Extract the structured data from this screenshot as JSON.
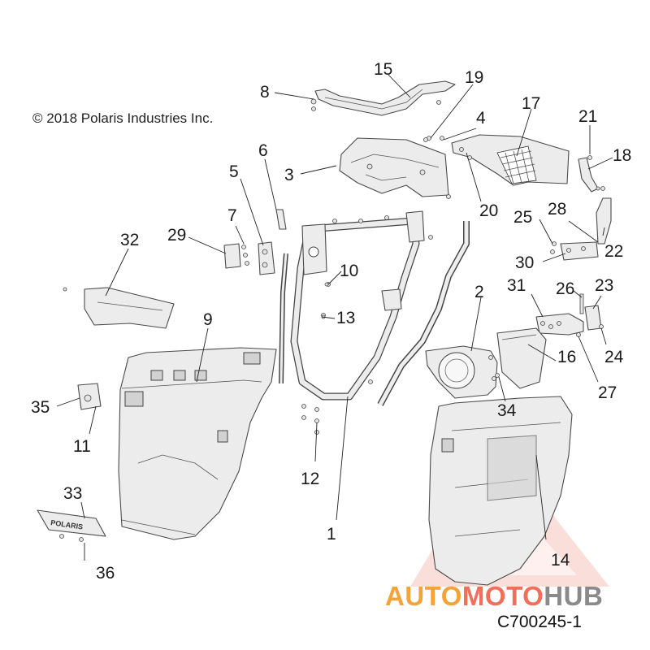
{
  "copyright": "© 2018 Polaris Industries Inc.",
  "figure_code": "C700245-1",
  "watermark": {
    "word1": "AUTO",
    "word2": "MOTO",
    "word3": "HUB"
  },
  "colors": {
    "watermark_orange": "#f2a33a",
    "watermark_red": "#ef6f5a",
    "watermark_gray": "#8a8a8a"
  },
  "callouts": {
    "c1": "1",
    "c2": "2",
    "c3": "3",
    "c4": "4",
    "c5": "5",
    "c6": "6",
    "c7": "7",
    "c8": "8",
    "c9": "9",
    "c10": "10",
    "c11": "11",
    "c12": "12",
    "c13": "13",
    "c14": "14",
    "c15": "15",
    "c16": "16",
    "c17": "17",
    "c18": "18",
    "c19": "19",
    "c20": "20",
    "c21": "21",
    "c22": "22",
    "c23": "23",
    "c24": "24",
    "c25": "25",
    "c26": "26",
    "c27": "27",
    "c28": "28",
    "c29": "29",
    "c30": "30",
    "c31": "31",
    "c32": "32",
    "c33": "33",
    "c34": "34",
    "c35": "35",
    "c36": "36"
  },
  "emblem_text": "POLARIS"
}
